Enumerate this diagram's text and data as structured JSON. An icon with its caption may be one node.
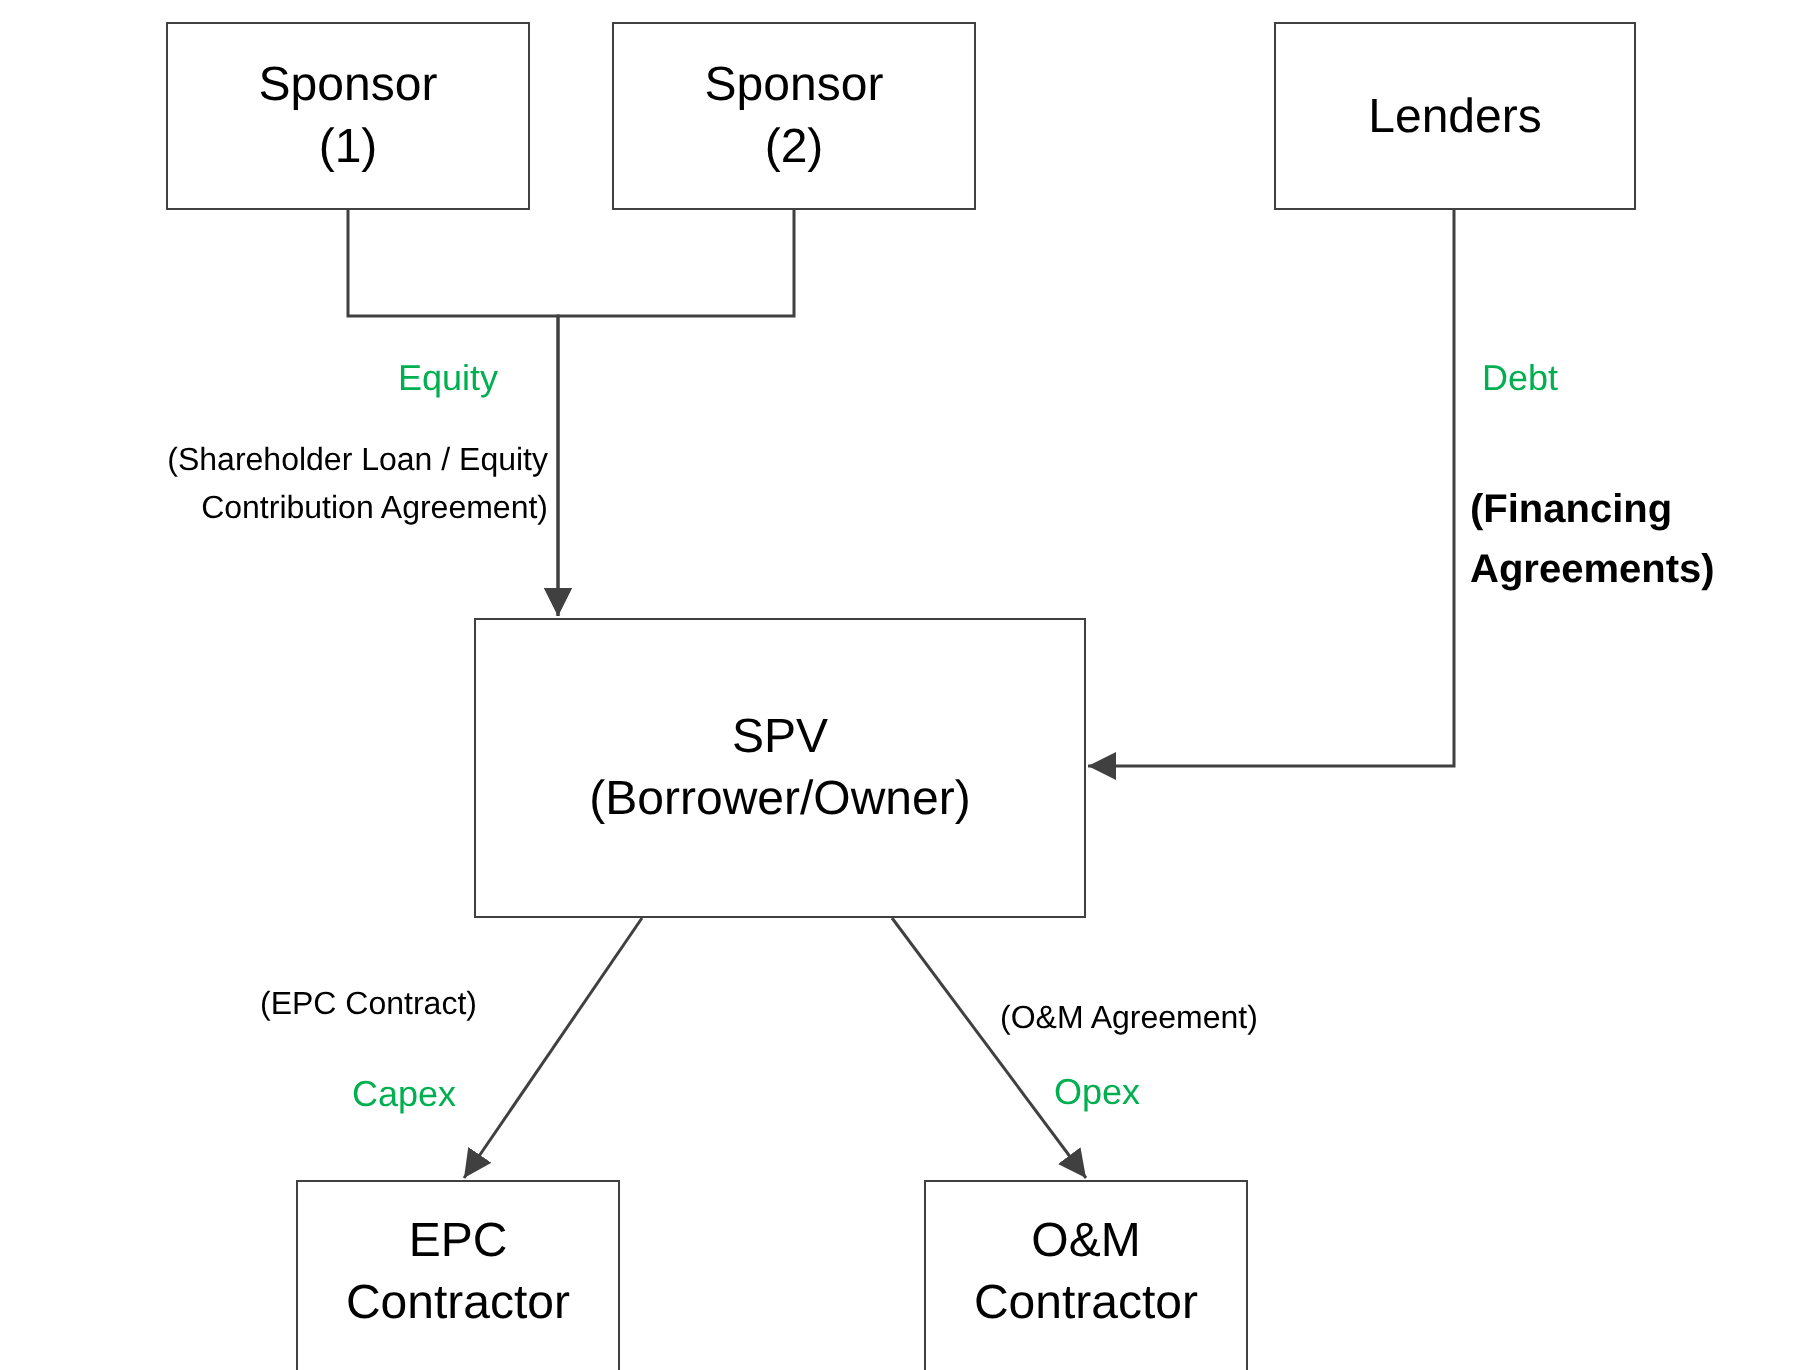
{
  "diagram": {
    "nodes": [
      {
        "text": [
          "Sponsor (1)"
        ]
      },
      {
        "text": [
          "Sponsor (2)"
        ]
      },
      {
        "text": [
          "Lenders"
        ]
      },
      {
        "text": [
          "SPV (Borrower/Owner)"
        ]
      },
      {
        "text": [
          "EPC Contractor"
        ]
      },
      {
        "text": [
          "O&M Contractor"
        ]
      }
    ],
    "edges": [
      {
        "from": 0,
        "to": 3,
        "arrow": "to",
        "label": "Equity"
      },
      {
        "from": 1,
        "to": 3,
        "arrow": "to"
      },
      {
        "from": 2,
        "to": 3,
        "arrow": "to",
        "label": "Debt"
      },
      {
        "from": 3,
        "to": 4,
        "arrow": "to",
        "label": "Capex"
      },
      {
        "from": 3,
        "to": 5,
        "arrow": "to",
        "label": "Opex"
      }
    ],
    "labels": [
      "(Shareholder Loan / Equity Contribution Agreement)",
      "(Financing Agreements)",
      "(EPC Contract)",
      "(O&M Agreement)"
    ]
  }
}
